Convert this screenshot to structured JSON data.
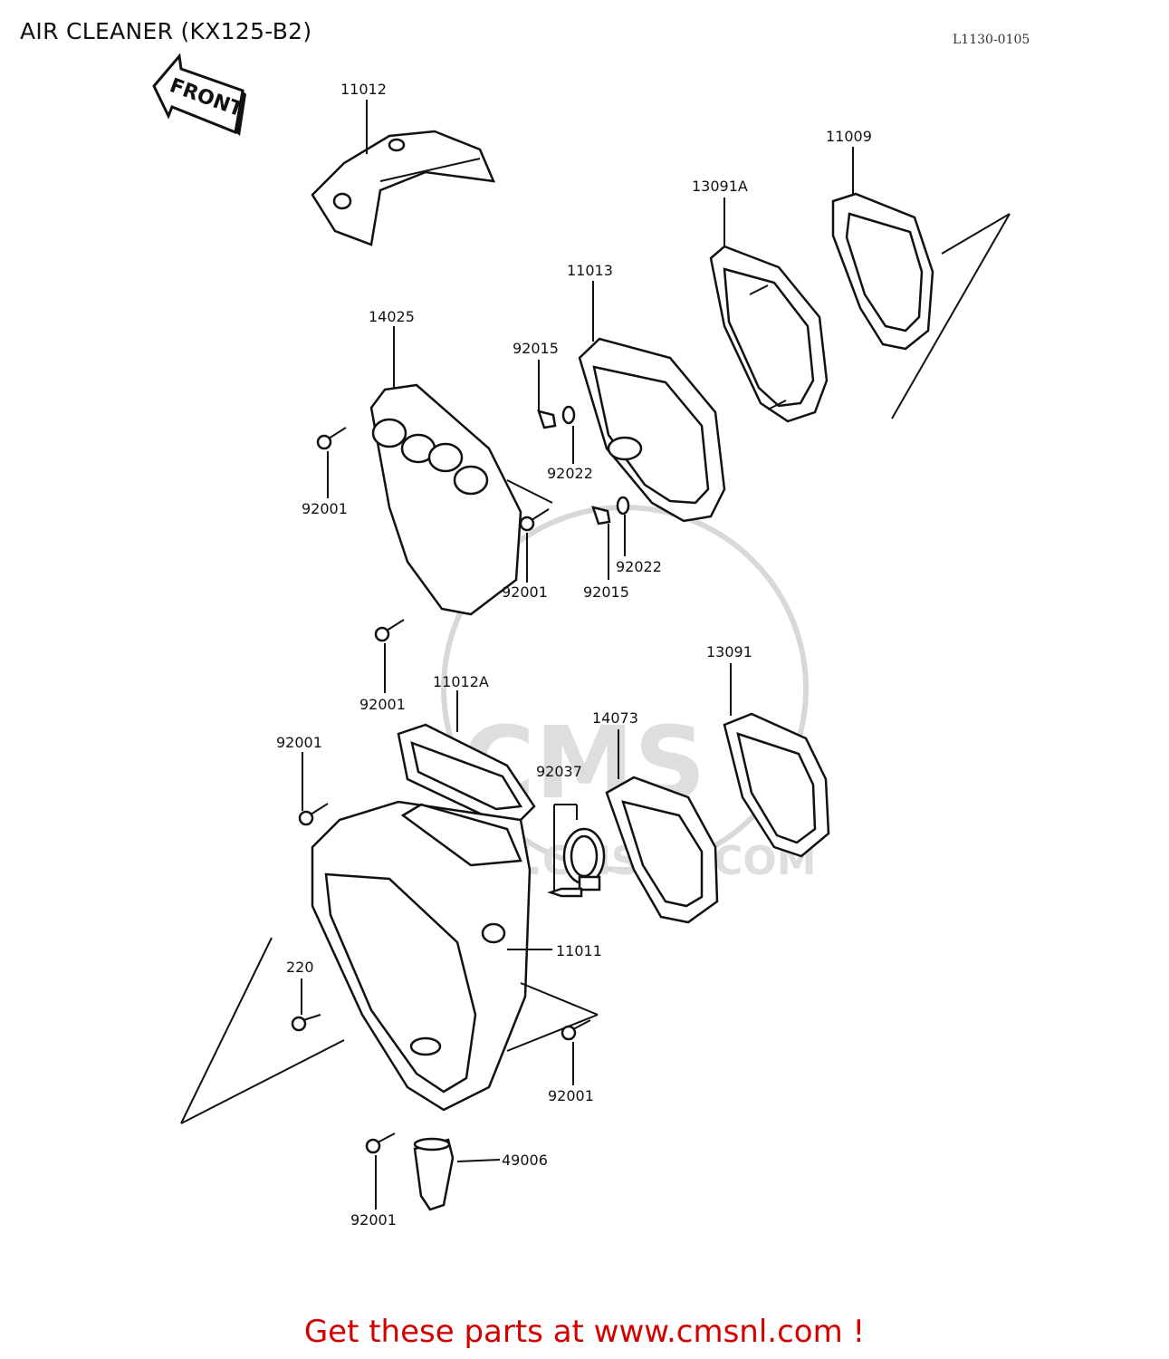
{
  "title": "AIR CLEANER (KX125-B2)",
  "diagram_code": "L1130-0105",
  "front_label": "FRONT",
  "footer": "Get these parts at www.cmsnl.com !",
  "watermark": {
    "text": "CMS",
    "url": "WWW.CMSNL.COM"
  },
  "accent_color": "#d40000",
  "parts": [
    {
      "number": "11012"
    },
    {
      "number": "11009"
    },
    {
      "number": "13091A"
    },
    {
      "number": "11013"
    },
    {
      "number": "14025"
    },
    {
      "number": "92015"
    },
    {
      "number": "92022"
    },
    {
      "number": "92001"
    },
    {
      "number": "92022"
    },
    {
      "number": "92001"
    },
    {
      "number": "92015"
    },
    {
      "number": "92001"
    },
    {
      "number": "13091"
    },
    {
      "number": "11012A"
    },
    {
      "number": "14073"
    },
    {
      "number": "92001"
    },
    {
      "number": "92037"
    },
    {
      "number": "11011"
    },
    {
      "number": "220"
    },
    {
      "number": "92001"
    },
    {
      "number": "49006"
    },
    {
      "number": "92001"
    }
  ]
}
